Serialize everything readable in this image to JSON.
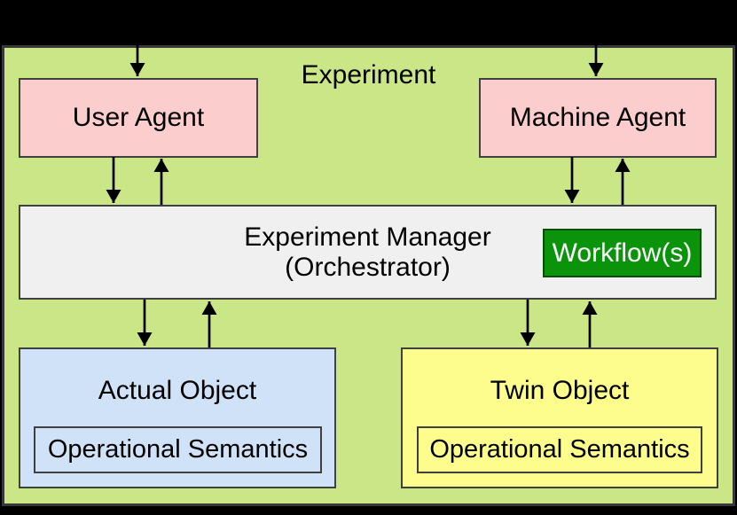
{
  "diagram": {
    "title": "Experiment",
    "user_agent": {
      "label": "User Agent"
    },
    "machine_agent": {
      "label": "Machine Agent"
    },
    "experiment_manager": {
      "label": "Experiment Manager",
      "sublabel": "(Orchestrator)"
    },
    "workflow": {
      "label": "Workflow(s)"
    },
    "actual_object": {
      "label": "Actual Object",
      "sublabel": "Operational Semantics"
    },
    "twin_object": {
      "label": "Twin Object",
      "sublabel": "Operational Semantics"
    },
    "colors": {
      "canvas_background": "#000000",
      "container_fill": "#cbe687",
      "container_border": "#383838",
      "agent_fill": "#fbcdcd",
      "manager_fill": "#f0f0f0",
      "workflow_fill": "#0b930b",
      "workflow_text": "#ffffff",
      "actual_object_fill": "#d0e2f8",
      "twin_object_fill": "#fdfd8d",
      "box_border": "#404040",
      "arrow": "#000000",
      "text": "#000000"
    }
  }
}
